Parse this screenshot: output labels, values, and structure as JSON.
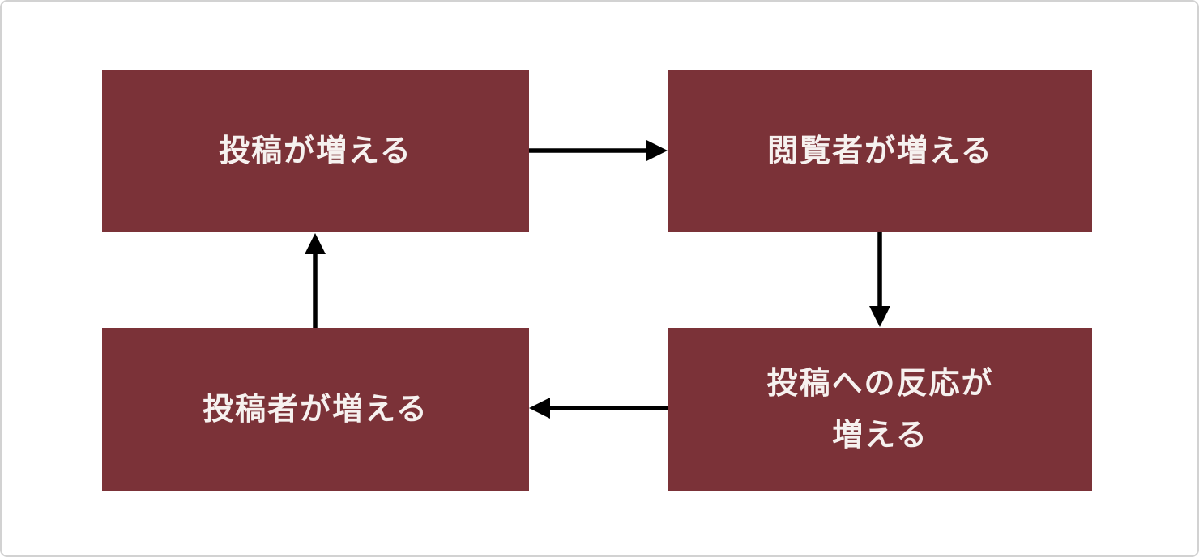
{
  "diagram": {
    "type": "cycle-flowchart",
    "nodes": [
      {
        "id": "posts-increase",
        "lines": [
          "投稿が増える"
        ]
      },
      {
        "id": "viewers-increase",
        "lines": [
          "閲覧者が増える"
        ]
      },
      {
        "id": "reactions-increase",
        "lines": [
          "投稿への反応が",
          "増える"
        ]
      },
      {
        "id": "posters-increase",
        "lines": [
          "投稿者が増える"
        ]
      }
    ],
    "edges": [
      {
        "from": "posts-increase",
        "to": "viewers-increase",
        "direction": "right"
      },
      {
        "from": "viewers-increase",
        "to": "reactions-increase",
        "direction": "down"
      },
      {
        "from": "reactions-increase",
        "to": "posters-increase",
        "direction": "left"
      },
      {
        "from": "posters-increase",
        "to": "posts-increase",
        "direction": "up"
      }
    ],
    "colors": {
      "node_fill": "#7b3238",
      "node_text": "#f6f1ef",
      "arrow": "#000000",
      "canvas_bg": "#ffffff",
      "canvas_border": "#d2d2d2"
    }
  }
}
